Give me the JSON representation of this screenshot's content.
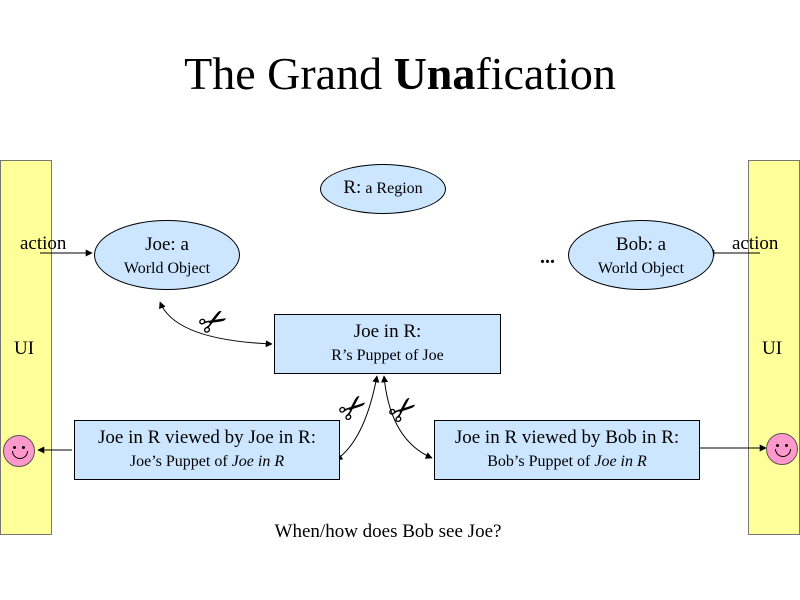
{
  "title": {
    "part1": "The ",
    "part2": "Grand ",
    "part3_bold": "Una",
    "part4": "fication"
  },
  "region": {
    "name": "R:",
    "desc": "a Region"
  },
  "joe_object": {
    "line1": "Joe: a",
    "line2": "World Object"
  },
  "bob_object": {
    "line1": "Bob: a",
    "line2": "World Object"
  },
  "ellipsis": "...",
  "joe_in_r": {
    "line1": "Joe in R:",
    "line2": "R’s Puppet of Joe"
  },
  "joe_view": {
    "line1": "Joe in R viewed by Joe in R:",
    "line2_plain": "Joe’s Puppet of ",
    "line2_italic": "Joe in R"
  },
  "bob_view": {
    "line1": "Joe in R viewed by Bob in R:",
    "line2_plain": "Bob’s Puppet of ",
    "line2_italic": "Joe in R"
  },
  "left_ui": {
    "label": "UI",
    "action": "action"
  },
  "right_ui": {
    "label": "UI",
    "action": "action"
  },
  "question": "When/how does Bob see Joe?",
  "colors": {
    "ui_bar": "#ffff99",
    "node_fill": "#cce6ff",
    "face": "#ff99cc"
  },
  "icons": {
    "scissors": "scissors-icon",
    "user": "smiley-face-icon"
  }
}
